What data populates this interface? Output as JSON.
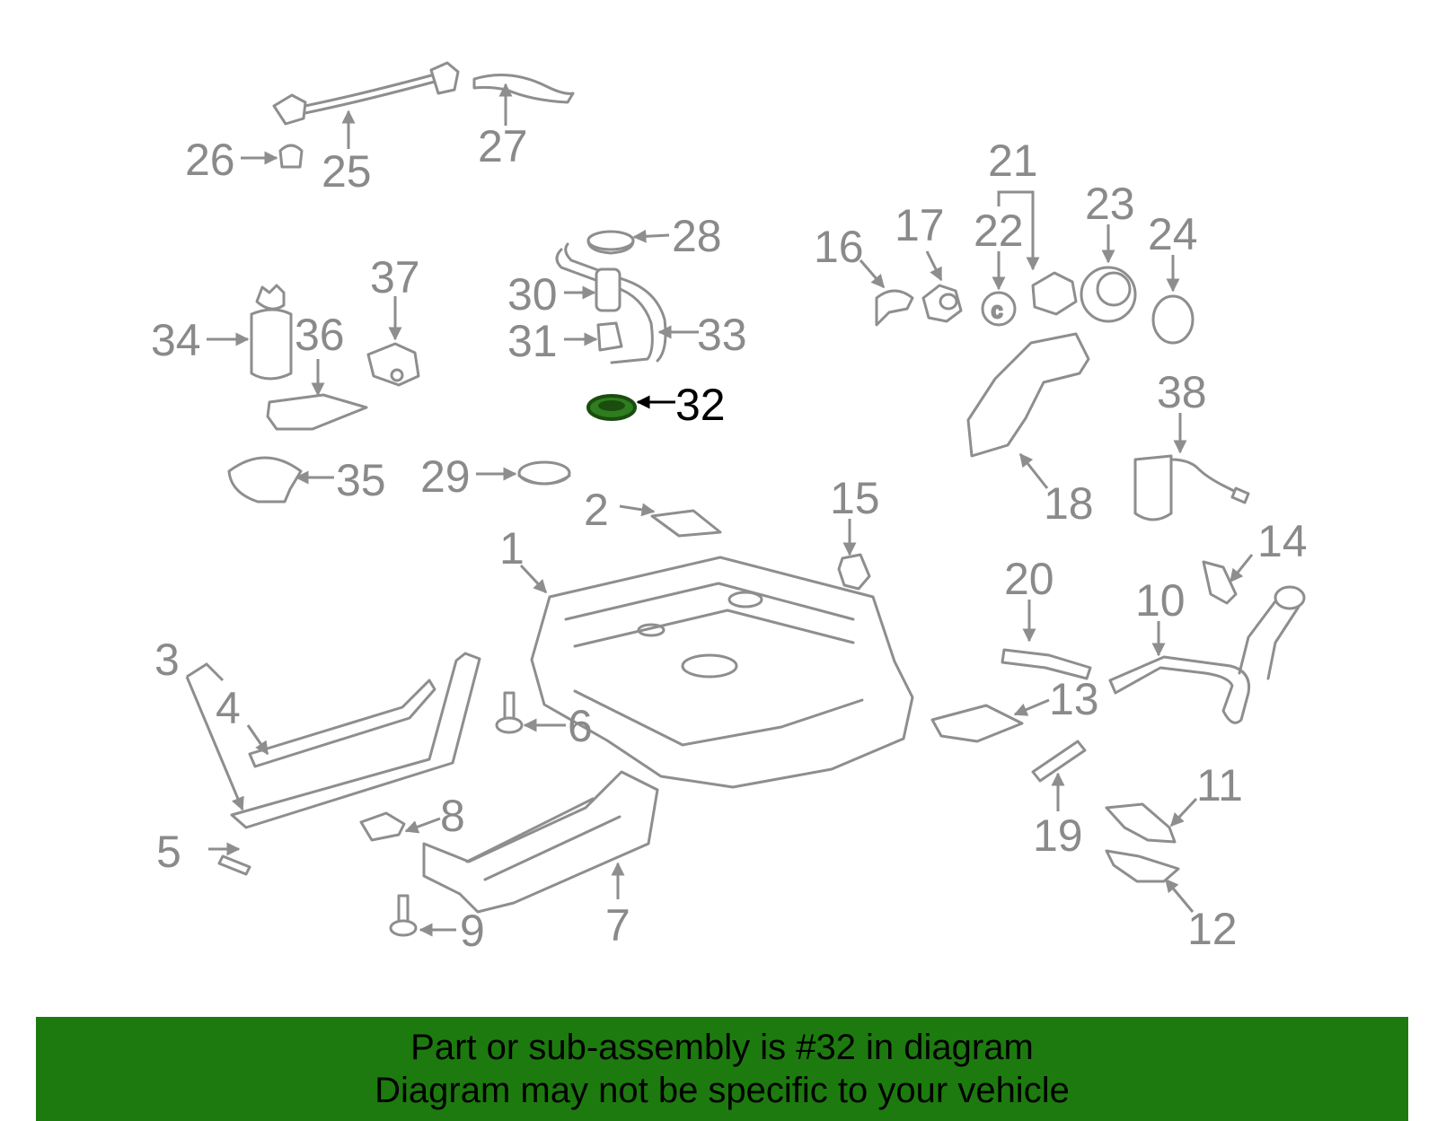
{
  "diagram": {
    "highlight_color": "#2e7d1f",
    "label_color": "#8a8a8a",
    "highlighted_label": "32",
    "labels": {
      "l1": "1",
      "l2": "2",
      "l3": "3",
      "l4": "4",
      "l5": "5",
      "l6": "6",
      "l7": "7",
      "l8": "8",
      "l9": "9",
      "l10": "10",
      "l11": "11",
      "l12": "12",
      "l13": "13",
      "l14": "14",
      "l15": "15",
      "l16": "16",
      "l17": "17",
      "l18": "18",
      "l19": "19",
      "l20": "20",
      "l21": "21",
      "l22": "22",
      "l23": "23",
      "l24": "24",
      "l25": "25",
      "l26": "26",
      "l27": "27",
      "l28": "28",
      "l29": "29",
      "l30": "30",
      "l31": "31",
      "l32": "32",
      "l33": "33",
      "l34": "34",
      "l35": "35",
      "l36": "36",
      "l37": "37",
      "l38": "38"
    }
  },
  "banner": {
    "color": "#1d7a0f",
    "line1": "Part or sub-assembly is #32 in diagram",
    "line2": "Diagram may not be specific to your vehicle"
  }
}
